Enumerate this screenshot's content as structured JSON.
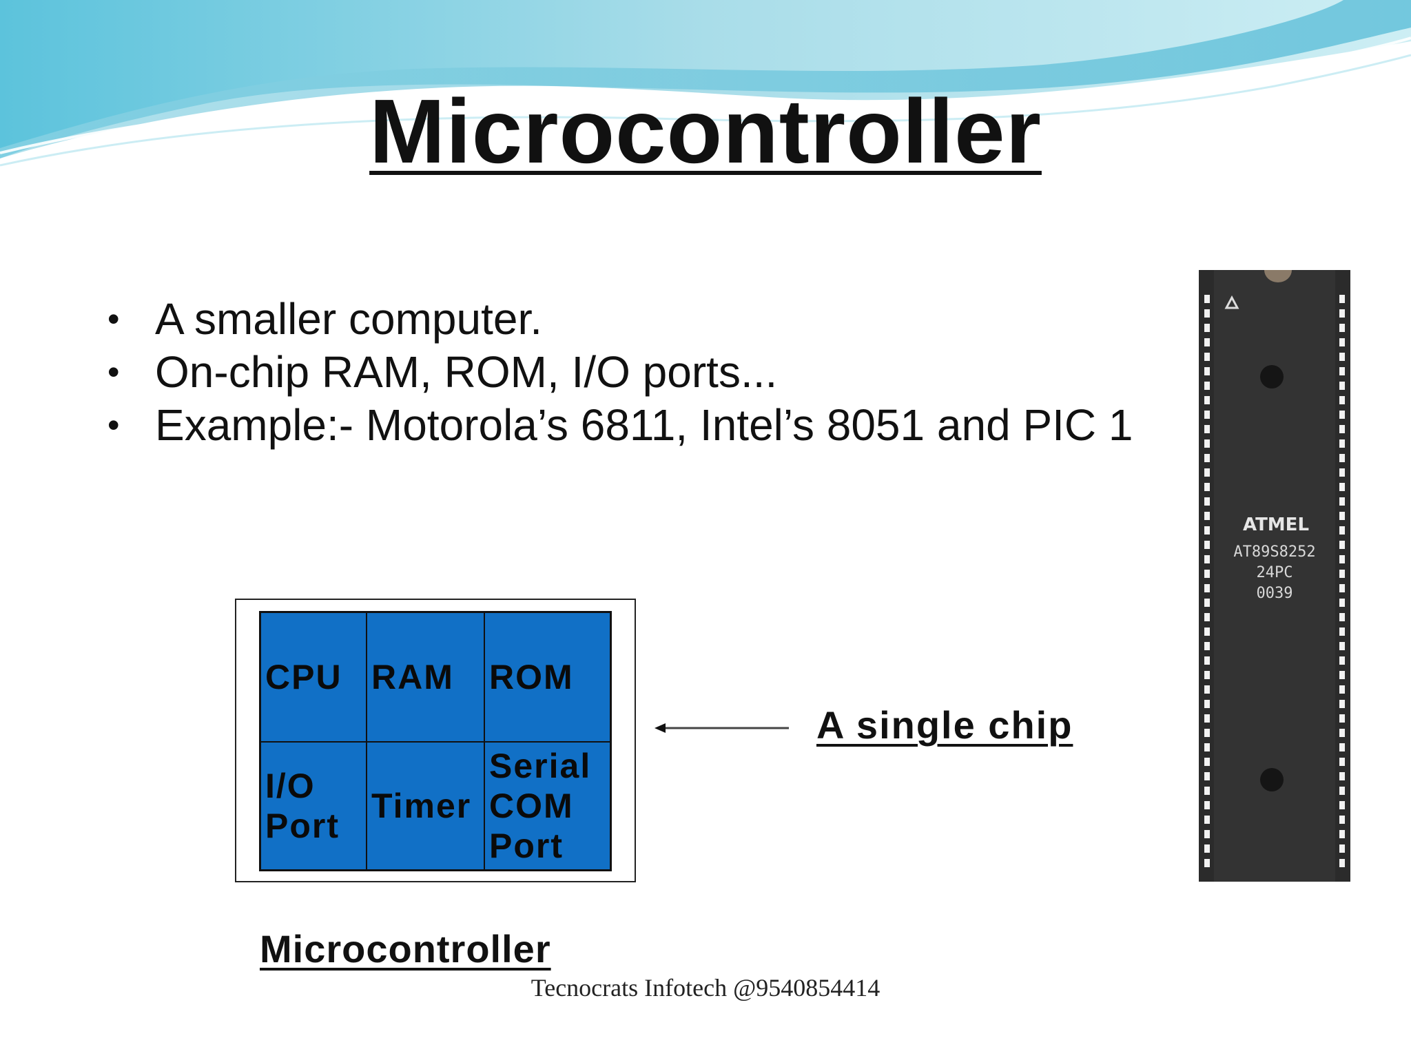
{
  "slide": {
    "title": "Microcontroller",
    "bullets": [
      "A smaller computer.",
      "On-chip RAM, ROM, I/O ports...",
      "Example:- Motorola’s 6811, Intel’s 8051 and PIC 1"
    ],
    "block_diagram": {
      "cells": [
        "CPU",
        "RAM",
        "ROM",
        "I/O\nPort",
        "Timer",
        "Serial\nCOM\nPort"
      ],
      "caption": "Microcontroller",
      "fill_color": "#1170c6"
    },
    "callout": "A single chip",
    "chip_photo": {
      "marking_lines": [
        "ATMEL",
        "AT89S8252",
        "24PC",
        "0039"
      ]
    },
    "footer": "Tecnocrats Infotech @9540854414",
    "colors": {
      "wave_light": "#cdeef4",
      "wave_mid": "#8fd4e4",
      "wave_dark": "#4cb7d4",
      "chip_body": "#2f2f2f"
    }
  }
}
